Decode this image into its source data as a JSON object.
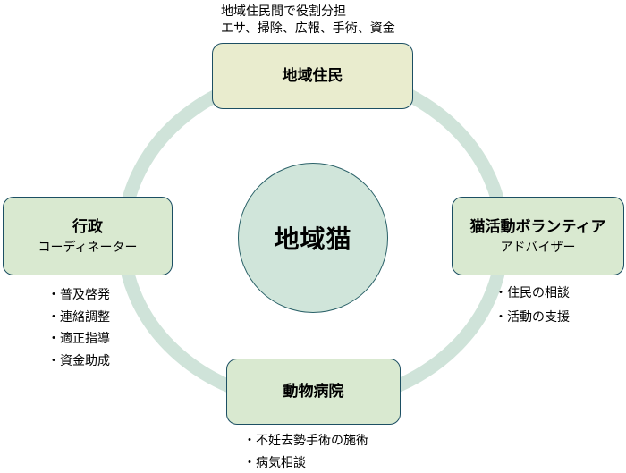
{
  "note": {
    "line1": "地域住民間で役割分担",
    "line2": "エサ、掃除、広報、手術、資金"
  },
  "center": {
    "label": "地域猫"
  },
  "nodes": {
    "top": {
      "title": "地域住民"
    },
    "left": {
      "title": "行政",
      "subtitle": "コーディネーター",
      "bullets": [
        "・普及啓発",
        "・連絡調整",
        "・適正指導",
        "・資金助成"
      ]
    },
    "right": {
      "title": "猫活動ボランティア",
      "subtitle": "アドバイザー",
      "bullets": [
        "・住民の相談",
        "・活動の支援"
      ]
    },
    "bottom": {
      "title": "動物病院",
      "bullets": [
        "・不妊去勢手術の施術",
        "・病気相談"
      ]
    }
  },
  "colors": {
    "ring": "#cfe3d9",
    "box_border": "#1c4f63",
    "top_box_fill": "#e9ecce",
    "green_box_fill": "#d9e9d0",
    "circle_fill": "#d0e5da",
    "circle_border": "#2a6168",
    "text": "#000000"
  }
}
